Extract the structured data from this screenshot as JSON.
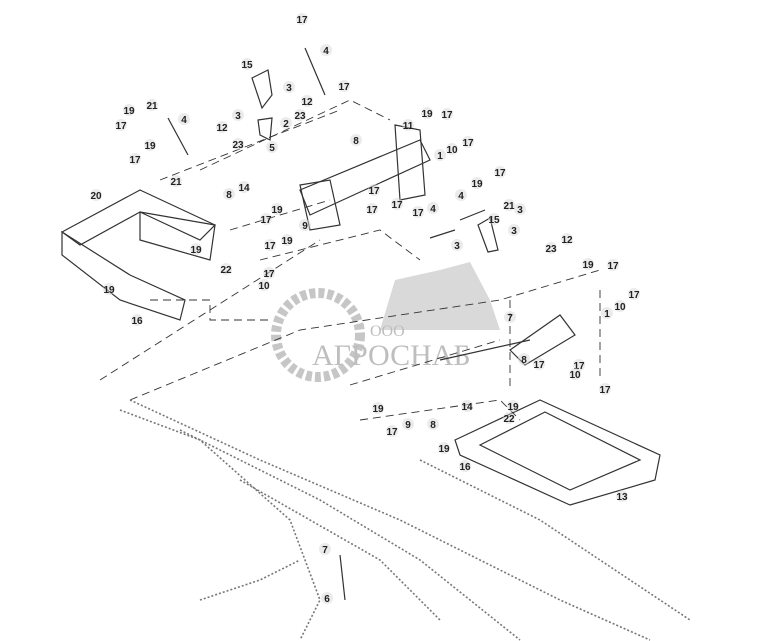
{
  "diagram": {
    "watermark": {
      "company_form": "ООО",
      "brand": "АГРОСНАБ",
      "color": "#8a8a8a"
    },
    "callouts": [
      "17",
      "4",
      "15",
      "3",
      "17",
      "19",
      "21",
      "4",
      "17",
      "3",
      "12",
      "23",
      "12",
      "2",
      "23",
      "5",
      "19",
      "17",
      "21",
      "8",
      "11",
      "19",
      "17",
      "10",
      "17",
      "1",
      "17",
      "17",
      "17",
      "20",
      "8",
      "14",
      "19",
      "17",
      "9",
      "19",
      "17",
      "19",
      "22",
      "17",
      "10",
      "19",
      "16",
      "17",
      "4",
      "4",
      "19",
      "17",
      "21",
      "3",
      "15",
      "3",
      "3",
      "12",
      "23",
      "19",
      "17",
      "17",
      "10",
      "1",
      "7",
      "8",
      "17",
      "17",
      "10",
      "17",
      "19",
      "22",
      "14",
      "8",
      "19",
      "17",
      "9",
      "19",
      "16",
      "13",
      "7",
      "6"
    ],
    "line_color": "#333333"
  }
}
